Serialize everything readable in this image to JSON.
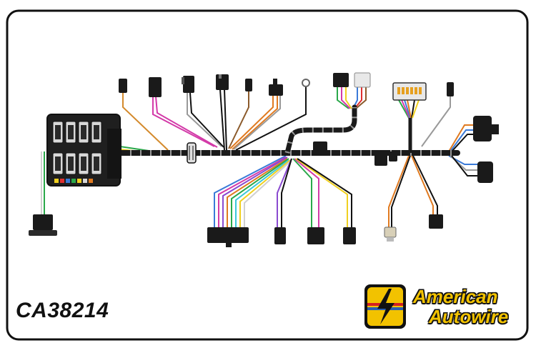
{
  "part_number": "CA38214",
  "brand": {
    "line1": "American",
    "line2": "Autowire"
  },
  "colors": {
    "harness": "#1a1a1a",
    "brand_yellow": "#f2c200",
    "brand_red": "#d32020",
    "brand_blue": "#2a5fb0"
  }
}
